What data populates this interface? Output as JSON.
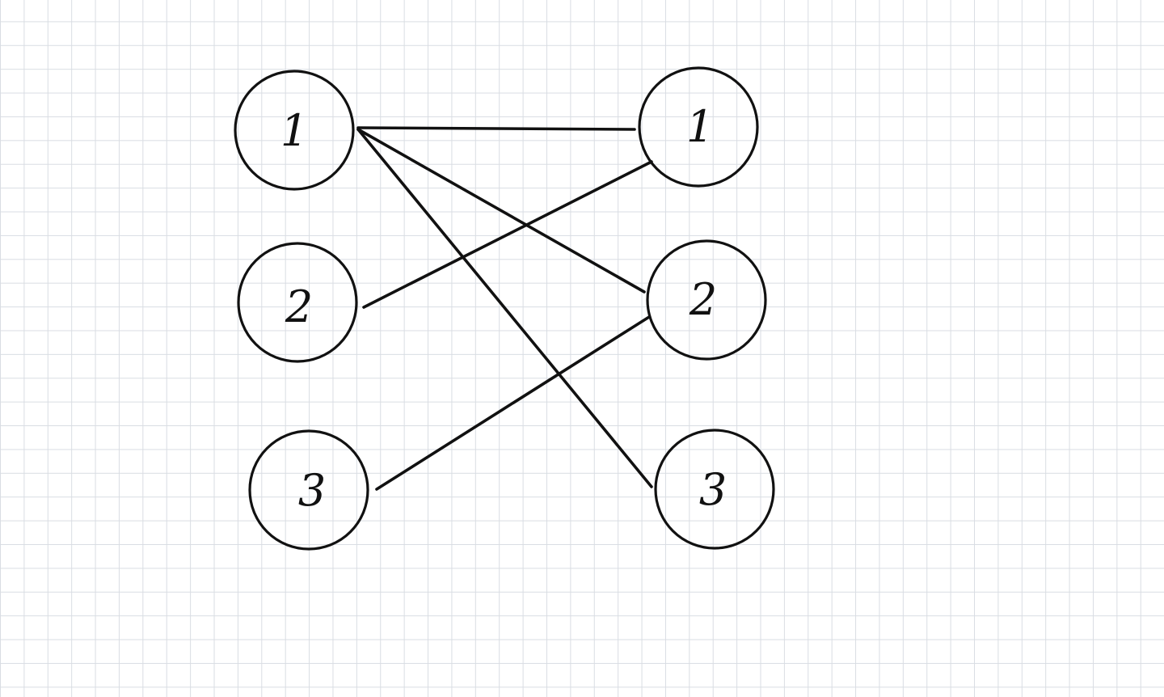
{
  "graph": {
    "left_nodes": [
      {
        "label": "1"
      },
      {
        "label": "2"
      },
      {
        "label": "3"
      }
    ],
    "right_nodes": [
      {
        "label": "1"
      },
      {
        "label": "2"
      },
      {
        "label": "3"
      }
    ],
    "edges": [
      {
        "from": "left-1",
        "to": "right-1"
      },
      {
        "from": "left-1",
        "to": "right-2"
      },
      {
        "from": "left-1",
        "to": "right-3"
      },
      {
        "from": "left-2",
        "to": "right-1"
      },
      {
        "from": "left-3",
        "to": "right-2"
      }
    ]
  },
  "colors": {
    "ink": "#111111",
    "grid": "#d9dde3",
    "background": "#ffffff"
  }
}
